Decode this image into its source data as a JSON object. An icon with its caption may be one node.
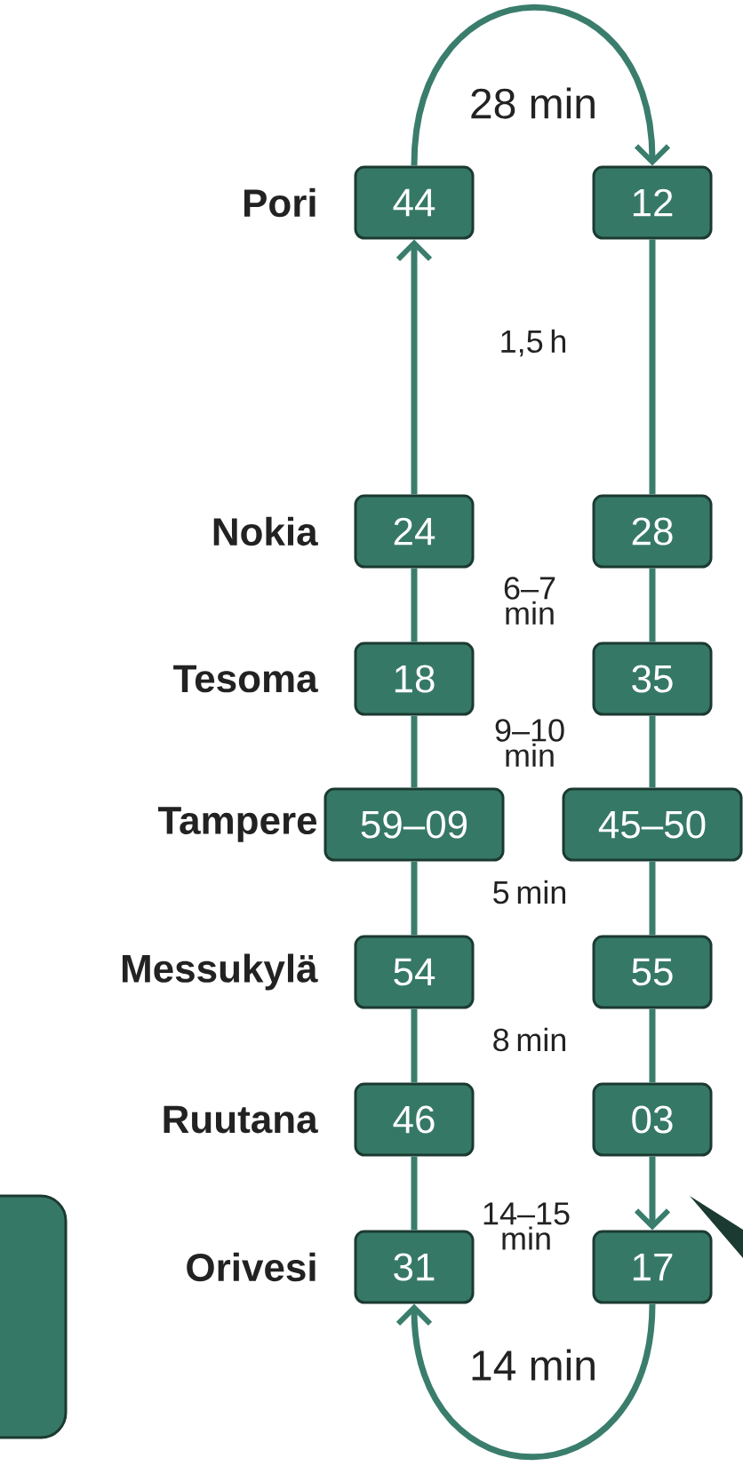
{
  "diagram": {
    "nodes": [
      {
        "text": [
          "44"
        ],
        "beside": [
          "Pori"
        ]
      },
      {
        "text": [
          "12"
        ]
      },
      {
        "text": [
          "24"
        ],
        "beside": [
          "Nokia"
        ]
      },
      {
        "text": [
          "28"
        ]
      },
      {
        "text": [
          "18"
        ],
        "beside": [
          "Tesoma"
        ]
      },
      {
        "text": [
          "35"
        ]
      },
      {
        "text": [
          "59–09"
        ],
        "beside": [
          "Tampere"
        ]
      },
      {
        "text": [
          "45–50"
        ]
      },
      {
        "text": [
          "54"
        ],
        "beside": [
          "Messukylä"
        ]
      },
      {
        "text": [
          "55"
        ]
      },
      {
        "text": [
          "46"
        ],
        "beside": [
          "Ruutana"
        ]
      },
      {
        "text": [
          "03"
        ]
      },
      {
        "text": [
          "31"
        ],
        "beside": [
          "Orivesi"
        ]
      },
      {
        "text": [
          "17"
        ]
      },
      {
        "text": [],
        "shape": "box"
      }
    ],
    "edges": [
      {
        "from": 0,
        "to": 1,
        "arrow": "to",
        "label": "28 min"
      },
      {
        "from": 1,
        "to": 3,
        "arrow": "none"
      },
      {
        "from": 3,
        "to": 5,
        "arrow": "none"
      },
      {
        "from": 5,
        "to": 7,
        "arrow": "none"
      },
      {
        "from": 7,
        "to": 9,
        "arrow": "none"
      },
      {
        "from": 9,
        "to": 11,
        "arrow": "none"
      },
      {
        "from": 11,
        "to": 13,
        "arrow": "to"
      },
      {
        "from": 13,
        "to": 12,
        "arrow": "to",
        "label": "14 min"
      },
      {
        "from": 12,
        "to": 10,
        "arrow": "none"
      },
      {
        "from": 10,
        "to": 8,
        "arrow": "none"
      },
      {
        "from": 8,
        "to": 6,
        "arrow": "none"
      },
      {
        "from": 6,
        "to": 4,
        "arrow": "none"
      },
      {
        "from": 4,
        "to": 2,
        "arrow": "none"
      },
      {
        "from": 2,
        "to": 0,
        "arrow": "to"
      }
    ],
    "labels": [
      "1,5 h",
      "6–7 min",
      "9–10 min",
      "5 min",
      "8 min",
      "14–15 min"
    ]
  }
}
